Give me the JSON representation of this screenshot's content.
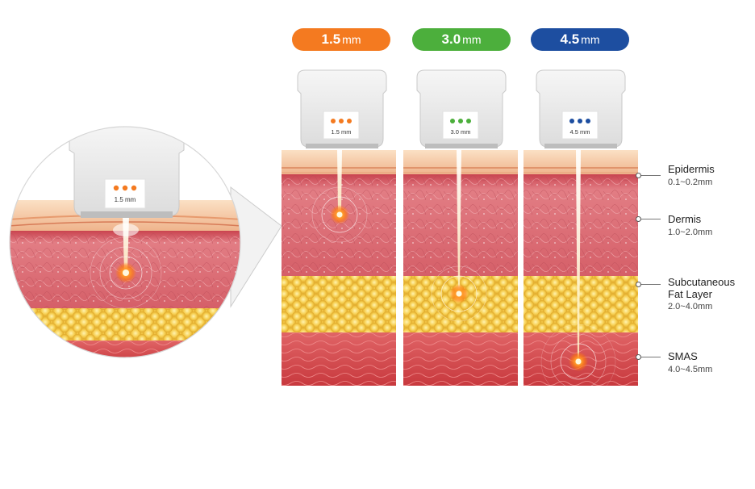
{
  "depth_tags": [
    {
      "value": "1.5",
      "unit": "mm",
      "color": "#f47a20"
    },
    {
      "value": "3.0",
      "unit": "mm",
      "color": "#4caf3c"
    },
    {
      "value": "4.5",
      "unit": "mm",
      "color": "#1d4ea0"
    }
  ],
  "cartridges": [
    {
      "label": "1.5 mm",
      "dot_color": "#f47a20"
    },
    {
      "label": "3.0 mm",
      "dot_color": "#4caf3c"
    },
    {
      "label": "4.5 mm",
      "dot_color": "#1d4ea0"
    }
  ],
  "zoom_cartridge": {
    "label": "1.5 mm",
    "dot_color": "#f47a20"
  },
  "layers": [
    {
      "name": "Epidermis",
      "range": "0.1~0.2mm"
    },
    {
      "name": "Dermis",
      "range": "1.0~2.0mm"
    },
    {
      "name_line1": "Subcutaneous",
      "name_line2": "Fat Layer",
      "range": "2.0~4.0mm"
    },
    {
      "name": "SMAS",
      "range": "4.0~4.5mm"
    }
  ],
  "colors": {
    "epidermis": "#f7c9a0",
    "dermis": "#d9606a",
    "fat": "#f4c84a",
    "smas": "#d8474b",
    "beam": "#fff1c8",
    "focal": "#ff8a1c"
  }
}
